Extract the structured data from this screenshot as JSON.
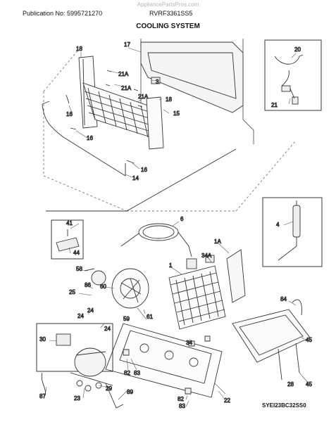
{
  "header": {
    "watermark": "AppliancePartsPros.com",
    "publication": "Publication No: 5995721270",
    "model": "RVRF3361SS5",
    "title": "COOLING SYSTEM"
  },
  "footer": {
    "diagram_code": "SYEI23BC32SS0"
  },
  "callouts": {
    "c18a": "18",
    "c17": "17",
    "c21a1": "21A",
    "c3": "3",
    "c21a2": "21A",
    "c21a3": "21A",
    "c18b": "18",
    "c16a": "16",
    "c15": "15",
    "c16b": "16",
    "c16c": "16",
    "c14": "14",
    "c20": "20",
    "c21": "21",
    "c41": "41",
    "c44": "44",
    "c6": "6",
    "c4": "4",
    "c1a": "1A",
    "c34a": "34A",
    "c1": "1",
    "c58": "58",
    "c25": "25",
    "c86": "86",
    "c60": "60",
    "c24a": "24",
    "c24b": "24",
    "c24c": "24",
    "c59": "59",
    "c61": "61",
    "c84": "84",
    "c34": "34",
    "c45a": "45",
    "c30": "30",
    "c82a": "82",
    "c83a": "83",
    "c28": "28",
    "c45b": "45",
    "c87": "87",
    "c29": "29",
    "c23": "23",
    "c89": "89",
    "c82b": "82",
    "c83b": "83",
    "c22": "22"
  }
}
